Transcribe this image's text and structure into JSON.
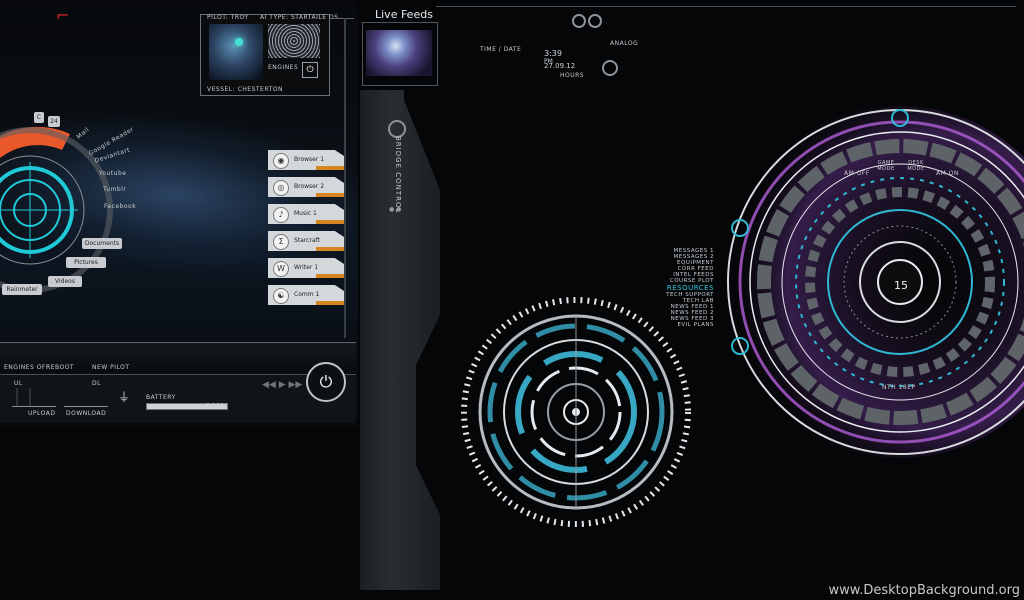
{
  "pilot": {
    "pilot_label": "PILOT: TROY",
    "os_label": "AI TYPE: STARTAILE OS",
    "vessel_label": "VESSEL: CHESTERTON",
    "engines_label": "ENGINES"
  },
  "circle_nav": {
    "top_badge": "C",
    "top_num": "24",
    "links": [
      "Mail",
      "Google Reader",
      "Deviantart",
      "Youtube",
      "Tumblr",
      "Facebook"
    ]
  },
  "folders": [
    "Documents",
    "Pictures",
    "Videos",
    "Rainmeter"
  ],
  "launchers": [
    {
      "label": "Browser 1",
      "icon": "chrome-icon"
    },
    {
      "label": "Browser 2",
      "icon": "firefox-icon"
    },
    {
      "label": "Music 1",
      "icon": "music-icon"
    },
    {
      "label": "Starcraft",
      "icon": "starcraft-icon"
    },
    {
      "label": "Writer 1",
      "icon": "writer-icon"
    },
    {
      "label": "Comm 1",
      "icon": "yin-yang-icon"
    }
  ],
  "controls": {
    "engines_off": "ENGINES OFF",
    "reboot": "REBOOT",
    "new_pilot": "NEW PILOT"
  },
  "stats": {
    "ul": "UL",
    "upload": "UPLOAD",
    "download": "DOWNLOAD",
    "dl": "DL",
    "battery": "BATTERY",
    "battery_pct": "100%",
    "battery_fill": 1.0
  },
  "live_feeds": {
    "title": "Live Feeds"
  },
  "clock": {
    "time_label": "TIME / DATE",
    "time": "3:39",
    "meridiem": "PM",
    "date": "27.09.12",
    "hours": "HOURS",
    "analog": "ANALOG"
  },
  "bridge": {
    "label": "BRIDGE CONTROL"
  },
  "side_menu": {
    "items": [
      "MESSAGES 1",
      "MESSAGES 2",
      "EQUIPMENT",
      "CORR FEED",
      "INTEL FEEDS",
      "COURSE PLOT",
      "RESOURCES",
      "TECH SUPPORT",
      "TECH LAB",
      "NEWS FEED 1",
      "NEWS FEED 2",
      "NEWS FEED 3",
      "EVIL PLANS"
    ],
    "highlight": "RESOURCES"
  },
  "reactor": {
    "center_value": "15",
    "top_left": "AM OFF",
    "game_mode": "GAME MODE",
    "desk_mode": "DESK MODE",
    "top_right": "AM ON",
    "bottom": "NTH 18EP"
  },
  "watermark": "www.DesktopBackground.org"
}
